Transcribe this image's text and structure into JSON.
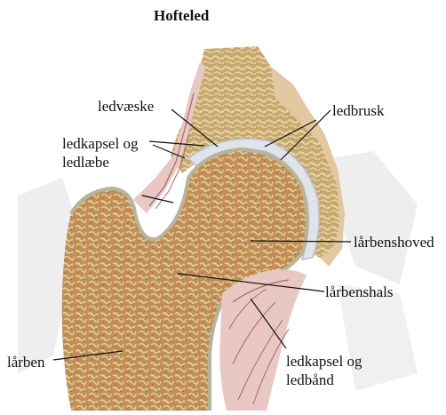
{
  "title": "Hofteled",
  "labels": {
    "ledvaeske": "ledvæske",
    "ledbrusk": "ledbrusk",
    "ledkapsel_og_1": "ledkapsel og",
    "ledlaebe": "ledlæbe",
    "laarbenshoved": "lårbenshoved",
    "laarbenshals": "lårbenshals",
    "laarben": "lårben",
    "ledkapsel_og_2": "ledkapsel og",
    "ledbaand": "ledbånd"
  },
  "colors": {
    "bone_outer": "#cfa36c",
    "bone_inner": "#c98a55",
    "spongy": "#c9d79a",
    "cartilage": "#dfe3ea",
    "cartilage_edge": "#b9c0cc",
    "capsule": "#e9c7c2",
    "capsule_line": "#a56a6a",
    "bg_gray": "#ececec"
  }
}
